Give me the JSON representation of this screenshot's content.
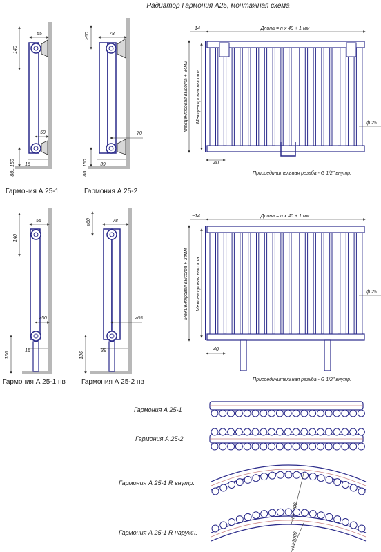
{
  "title": "Радиатор Гармония А25, монтажная схема",
  "dims": {
    "d55": "55",
    "d140": "140",
    "d50": "50",
    "d16": "16",
    "d80_150": "80...150",
    "d78": "78",
    "d60": "≥60",
    "d70": "70",
    "d39": "39",
    "d50b": "≥50",
    "d65": "≥65",
    "d136": "136",
    "d14": "~14",
    "d40": "40",
    "d25": "ф 25",
    "length": "Длина = n x 40 + 1 мм",
    "height_left": "Межцентровая высота + 34мм",
    "height_right": "Межцентровая высота",
    "rad": "R ≥1000"
  },
  "labels": {
    "a25_1": "Гармония  А 25-1",
    "a25_2": "Гармония  А 25-2",
    "a25_1nv": "Гармония  А 25-1 нв",
    "a25_2nv": "Гармония  А 25-2 нв",
    "thread": "Присоединительная резьба - G 1/2\" внутр.",
    "top_a25_1": "Гармония  А 25-1",
    "top_a25_2": "Гармония  А 25-2",
    "top_r_in": "Гармония  А 25-1 R внутр.",
    "top_r_out": "Гармония  А 25-1 R наружн."
  },
  "colors": {
    "line": "#2a2a8a",
    "wall": "#b8b8b8",
    "dim": "#333333",
    "pipe": "#c98080"
  }
}
